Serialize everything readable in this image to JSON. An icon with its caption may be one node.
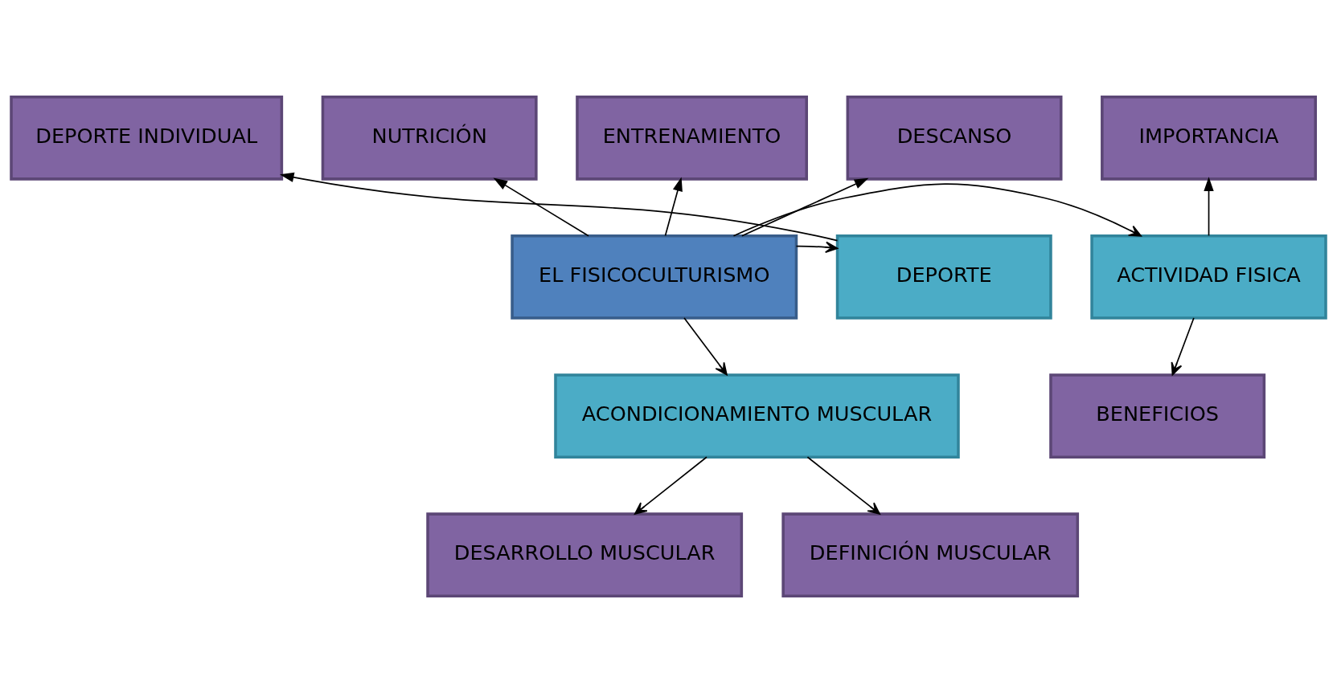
{
  "diagram": {
    "nodes": [
      {
        "text": [
          "EL FISICOCULTURISMO"
        ]
      },
      {
        "text": [
          "NUTRICIÓN"
        ]
      },
      {
        "text": [
          "ENTRENAMIENTO"
        ]
      },
      {
        "text": [
          "DESCANSO"
        ]
      },
      {
        "text": [
          "DEPORTE INDIVIDUAL"
        ]
      },
      {
        "text": [
          "DEPORTE"
        ]
      },
      {
        "text": [
          "ACTIVIDAD FISICA"
        ]
      },
      {
        "text": [
          "IMPORTANCIA"
        ]
      },
      {
        "text": [
          "ACONDICIONAMIENTO MUSCULAR"
        ]
      },
      {
        "text": [
          "BENEFICIOS"
        ]
      },
      {
        "text": [
          "DESARROLLO MUSCULAR"
        ]
      },
      {
        "text": [
          "DEFINICIÓN MUSCULAR"
        ]
      }
    ],
    "edges": [
      {
        "from": 0,
        "to": 1,
        "arrow": "to"
      },
      {
        "from": 0,
        "to": 2,
        "arrow": "to"
      },
      {
        "from": 0,
        "to": 3,
        "arrow": "to"
      },
      {
        "from": 5,
        "to": 4,
        "arrow": "to"
      },
      {
        "from": 0,
        "to": 5,
        "arrow": "to"
      },
      {
        "from": 0,
        "to": 6,
        "arrow": "to"
      },
      {
        "from": 6,
        "to": 7,
        "arrow": "to"
      },
      {
        "from": 6,
        "to": 9,
        "arrow": "to"
      },
      {
        "from": 0,
        "to": 8,
        "arrow": "to"
      },
      {
        "from": 8,
        "to": 10,
        "arrow": "to"
      },
      {
        "from": 8,
        "to": 11,
        "arrow": "to"
      }
    ]
  }
}
